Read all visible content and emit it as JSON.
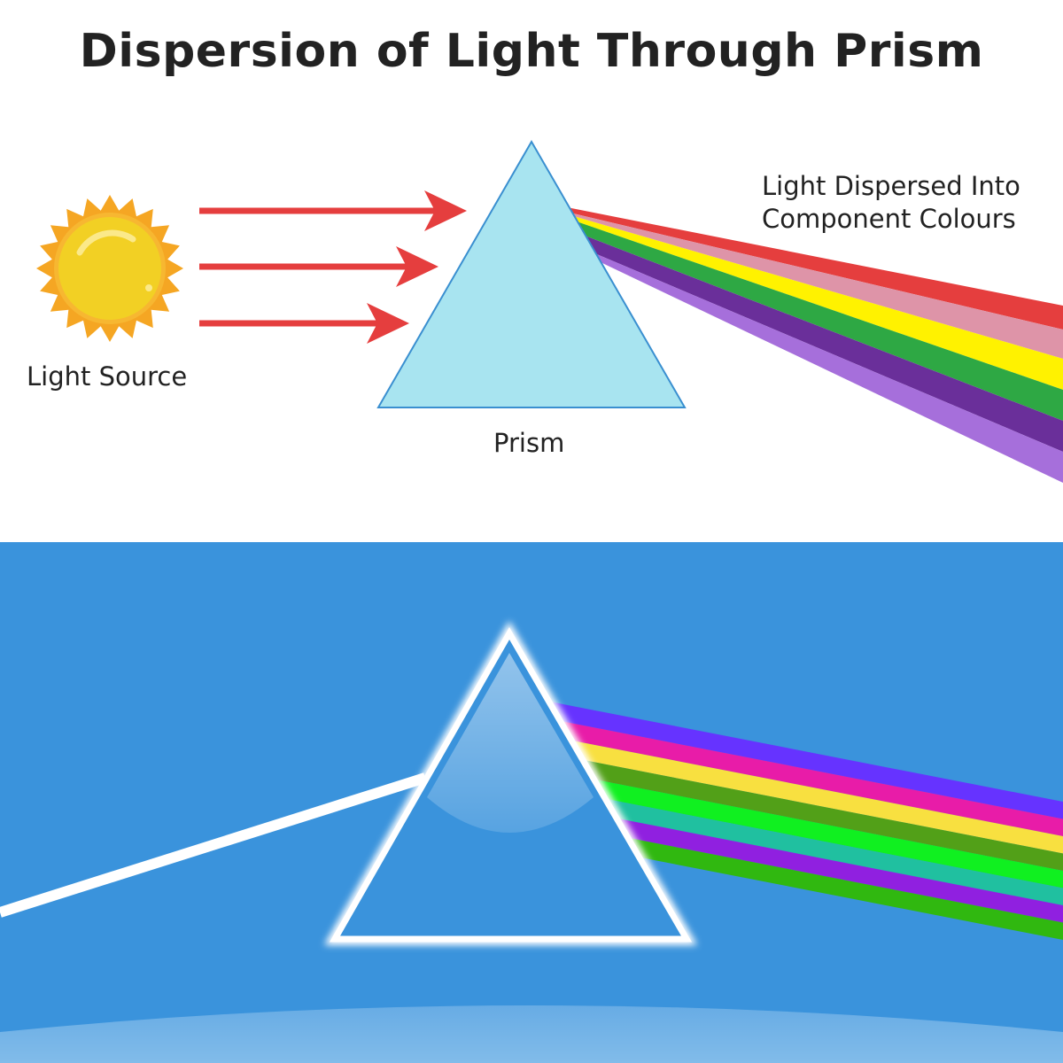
{
  "title": "Dispersion of Light Through Prism",
  "labels": {
    "light_source": "Light Source",
    "prism": "Prism",
    "dispersed_line1": "Light Dispersed Into",
    "dispersed_line2": "Component Colours"
  },
  "colors": {
    "arrow": "#e53e3e",
    "prism_fill": "#a8e4f0",
    "prism_stroke": "#3a8fd0",
    "bottom_bg": "#3a93dc",
    "top_spectrum": [
      "#e53e3e",
      "#de94a8",
      "#fff200",
      "#2ea844",
      "#6a2f9a",
      "#a66fdb"
    ],
    "bottom_spectrum": [
      "#6633ff",
      "#e81ca8",
      "#f8e040",
      "#52a018",
      "#10f020",
      "#20c0a0",
      "#9020e0",
      "#30b810"
    ]
  }
}
